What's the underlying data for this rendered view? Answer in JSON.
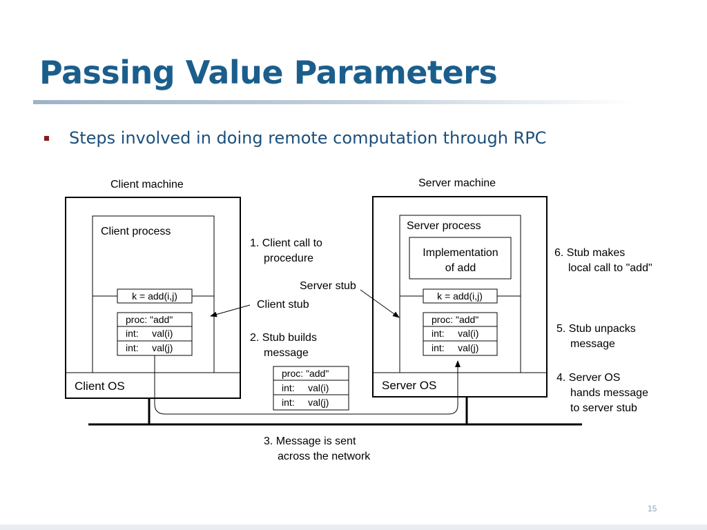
{
  "slide": {
    "title": "Passing Value Parameters",
    "bullet": "Steps involved in doing remote computation through RPC",
    "page_number": "15"
  },
  "diagram": {
    "client_machine_label": "Client machine",
    "server_machine_label": "Server machine",
    "client_process_label": "Client process",
    "server_process_label": "Server process",
    "implementation": [
      "Implementation",
      "of add"
    ],
    "client_call": "k = add(i,j)",
    "server_call": "k = add(i,j)",
    "message_rows": [
      "proc: \"add\"",
      "int:     val(i)",
      "int:     val(j)"
    ],
    "client_os_label": "Client OS",
    "server_os_label": "Server OS",
    "client_stub_label": "Client stub",
    "server_stub_label": "Server stub",
    "steps": {
      "step1": [
        "1. Client call to",
        "procedure"
      ],
      "step2": [
        "2. Stub builds",
        "message"
      ],
      "step3": [
        "3. Message is sent",
        "across the network"
      ],
      "step4": [
        "4. Server OS",
        "hands message",
        "to server stub"
      ],
      "step5": [
        "5. Stub unpacks",
        "message"
      ],
      "step6": [
        "6. Stub makes",
        "local call to \"add\""
      ]
    }
  }
}
